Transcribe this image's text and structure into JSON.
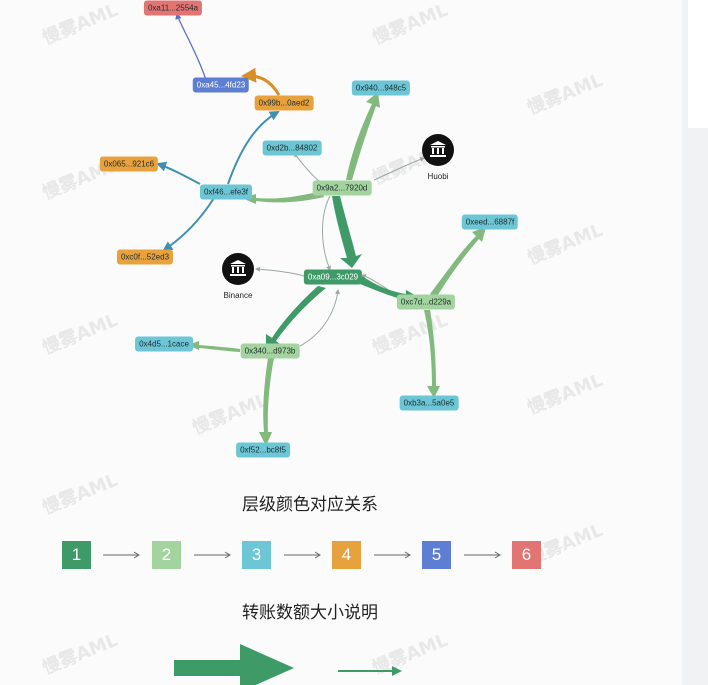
{
  "nodes": {
    "n_2554a": "0xa11...2554a",
    "n_4fd23": "0xa45...4fd23",
    "n_aed2": "0x99b...0aed2",
    "n_948c5": "0x940...948c5",
    "n_84802": "0xd2b...84802",
    "n_921c6": "0x065...921c6",
    "n_efe3f": "0xf46...efe3f",
    "n_7920d": "0x9a2...7920d",
    "n_6887f": "0xeed...6887f",
    "n_52ed3": "0xc0f...52ed3",
    "n_3c029": "0xa09...3c029",
    "n_d229a": "0xc7d...d229a",
    "n_1cace": "0x4d5...1cace",
    "n_d973b": "0x340...d973b",
    "n_5a0e5": "0xb3a...5a0e5",
    "n_bc8f5": "0xf52...bc8f5"
  },
  "exchanges": {
    "huobi": "Huobi",
    "binance": "Binance"
  },
  "legend": {
    "level_title": "层级颜色对应关系",
    "levels": [
      "1",
      "2",
      "3",
      "4",
      "5",
      "6"
    ],
    "level_colors": [
      "#3e9b68",
      "#a3d4a0",
      "#6cc6d6",
      "#e7a23d",
      "#5d7ed2",
      "#e27574"
    ],
    "amount_title": "转账数额大小说明"
  },
  "watermark_text": "慢雾AML",
  "icons": [
    "bank-icon",
    "arrow-right-icon"
  ]
}
